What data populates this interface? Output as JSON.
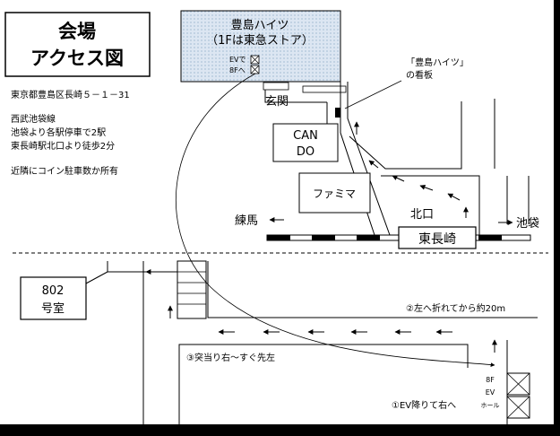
{
  "title": {
    "line1": "会場",
    "line2": "アクセス図"
  },
  "address": "東京都豊島区長崎５－１－31",
  "directions": {
    "line1": "西武池袋線",
    "line2": "池袋より各駅停車で2駅",
    "line3": "東長崎駅北口より徒歩2分",
    "line4": "近隣にコイン駐車数か所有"
  },
  "building": {
    "name_line1": "豊島ハイツ",
    "name_line2": "（1Fは東急ストア）",
    "ev_line1": "EVで",
    "ev_line2": "8Fへ"
  },
  "sign_label": {
    "line1": "「豊島ハイツ」",
    "line2": "の看板"
  },
  "entrance": "玄関",
  "shops": {
    "cando_line1": "CAN",
    "cando_line2": "DO",
    "familymart": "ファミマ"
  },
  "station": {
    "name": "東長崎",
    "exit": "北口",
    "west": "練馬",
    "east": "池袋"
  },
  "room": {
    "line1": "802",
    "line2": "号室"
  },
  "steps": {
    "step1": "①EV降りて右へ",
    "step2": "②左へ折れてから約20m",
    "step3": "③突当り右～すぐ先左"
  },
  "elevator": {
    "line1": "8F",
    "line2": "EV",
    "line3": "ホール"
  },
  "colors": {
    "background": "#ffffff",
    "frame": "#000000",
    "building_fill": "#dce6f2"
  }
}
